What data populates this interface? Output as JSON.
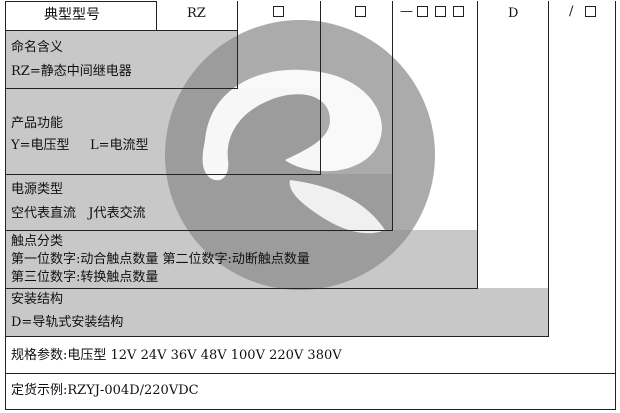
{
  "header": {
    "typical_model_label": "典型型号",
    "rz": "RZ",
    "dash": "—",
    "d": "D",
    "slash": "/"
  },
  "sections": {
    "naming": {
      "title": "命名含义",
      "line1": "RZ=静态中间继电器"
    },
    "function": {
      "title": "产品功能",
      "line1_y": "Y=电压型",
      "line1_l": "L=电流型"
    },
    "power": {
      "title": "电源类型",
      "line1": "空代表直流   J代表交流"
    },
    "contacts": {
      "title": "触点分类",
      "line1": "第一位数字:动合触点数量 第二位数字:动断触点数量",
      "line2": "第三位数字:转换触点数量"
    },
    "mounting": {
      "title": "安装结构",
      "line1": "D=导轨式安装结构"
    }
  },
  "specs": "规格参数:电压型 12V 24V 36V 48V 100V 220V 380V",
  "order_example": "定货示例:RZYJ-004D/220VDC",
  "colors": {
    "panel_gray": "#c8c8c8",
    "watermark": "#8a8a8a",
    "line": "#222222"
  },
  "watermark_icon": "circular-logo-watermark"
}
